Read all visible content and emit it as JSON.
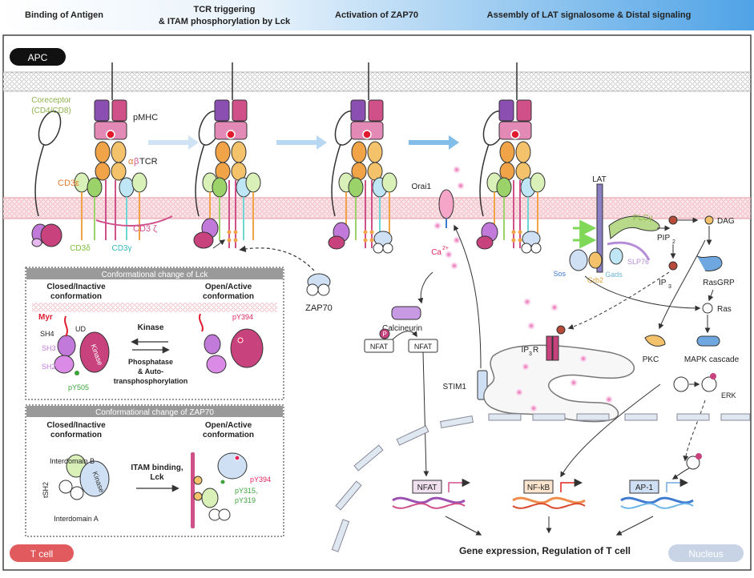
{
  "header": {
    "stage1": "Binding of Antigen",
    "stage2_line1": "TCR triggering",
    "stage2_line2": "& ITAM phosphorylation by Lck",
    "stage3": "Activation of ZAP70",
    "stage4": "Assembly of LAT signalosome & Distal signaling"
  },
  "badges": {
    "apc": "APC",
    "tcell": "T cell",
    "nucleus": "Nucleus"
  },
  "receptor": {
    "coreceptor_line1": "Coreceptor",
    "coreceptor_line2": "(CD4/CD8)",
    "pmhc": "pMHC",
    "tcr_alpha": "α",
    "tcr_beta": "β",
    "tcr_suffix": "TCR",
    "cd3e": "CD3ε",
    "cd3z": "CD3 ζ",
    "cd3d": "CD3δ",
    "cd3g": "CD3γ"
  },
  "zap70_label": "ZAP70",
  "lck_box": {
    "title": "Conformational change of Lck",
    "closed_line1": "Closed/Inactive",
    "closed_line2": "conformation",
    "open_line1": "Open/Active",
    "open_line2": "conformation",
    "myr": "Myr",
    "sh4": "SH4",
    "ud": "UD",
    "sh3": "SH3",
    "sh2": "SH2",
    "kinase": "Kinase",
    "py505": "pY505",
    "py394": "pY394",
    "forward": "Kinase",
    "reverse_line1": "Phosphatase",
    "reverse_line2": "& Auto-",
    "reverse_line3": "transphosphorylation"
  },
  "zap_box": {
    "title": "Conformational change of ZAP70",
    "closed_line1": "Closed/Inactive",
    "closed_line2": "conformation",
    "open_line1": "Open/Active",
    "open_line2": "conformation",
    "interdomain_b": "Interdomain B",
    "interdomain_a": "Interdomain A",
    "tsh2": "tSH2",
    "kinase": "Kinase",
    "arrow_line1": "ITAM binding,",
    "arrow_line2": "Lck",
    "py394": "pY394",
    "py315": "pY315,",
    "py319": "pY319"
  },
  "signaling": {
    "orai1": "Orai1",
    "ca": "Ca",
    "ca_sup": "2+",
    "calcineurin": "Calcineurin",
    "nfat": "NFAT",
    "p": "P",
    "stim1": "STIM1",
    "ip3r_main": "IP",
    "ip3r_sub": "3",
    "ip3r_suffix": "R",
    "lat": "LAT",
    "plcg": "PLCγ",
    "pip2_main": "PIP",
    "pip2_sub": "2",
    "ip3_main": "IP",
    "ip3_sub": "3",
    "dag": "DAG",
    "sos": "Sos",
    "grb2": "Grb2",
    "gads": "Gads",
    "slp76": "SLP76",
    "rasgrp": "RasGRP",
    "ras": "Ras",
    "pkc": "PKC",
    "mapk": "MAPK cascade",
    "erk": "ERK"
  },
  "nucleus": {
    "nfat": "NFAT",
    "nfkb": "NF-kB",
    "ap1": "AP-1",
    "gene_expression": "Gene expression, Regulation of T cell"
  },
  "colors": {
    "header_fade": "#4fa3e6",
    "tcr_pink": "#d0508a",
    "cd3_green": "#9bd36a",
    "cd3_cyan": "#6fd6d6",
    "lck_pink": "#c8437e",
    "sh_violet": "#c17ad9",
    "py_red": "#e0245e",
    "py_green": "#3da23a",
    "ca_pink": "#e86ab0",
    "tcell_badge": "#e05a5e",
    "nucleus_badge": "#c8d4e6"
  }
}
